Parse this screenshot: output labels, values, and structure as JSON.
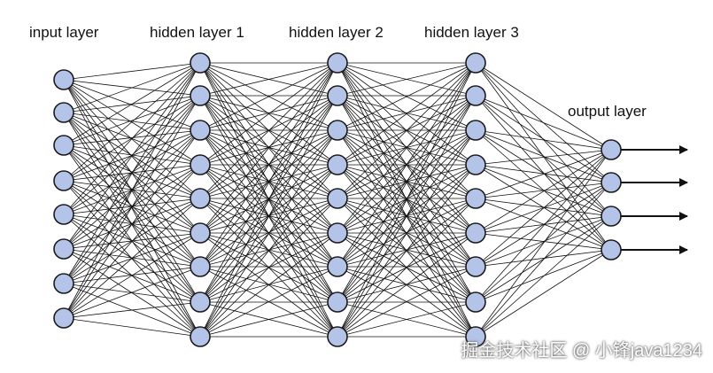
{
  "labels": {
    "input": "input layer",
    "hidden1": "hidden layer 1",
    "hidden2": "hidden layer 2",
    "hidden3": "hidden layer 3",
    "output": "output layer"
  },
  "layers": [
    {
      "name": "input",
      "nodes": 8
    },
    {
      "name": "hidden1",
      "nodes": 9
    },
    {
      "name": "hidden2",
      "nodes": 9
    },
    {
      "name": "hidden3",
      "nodes": 9
    },
    {
      "name": "output",
      "nodes": 4
    }
  ],
  "connectivity": "fully-connected",
  "output_arrows": 4,
  "colors": {
    "node_fill": "#b4c4e8",
    "node_stroke": "#1a1a1a",
    "edge": "#111111",
    "background": "#ffffff"
  },
  "watermark": "掘金技术社区 @ 小锋java1234"
}
